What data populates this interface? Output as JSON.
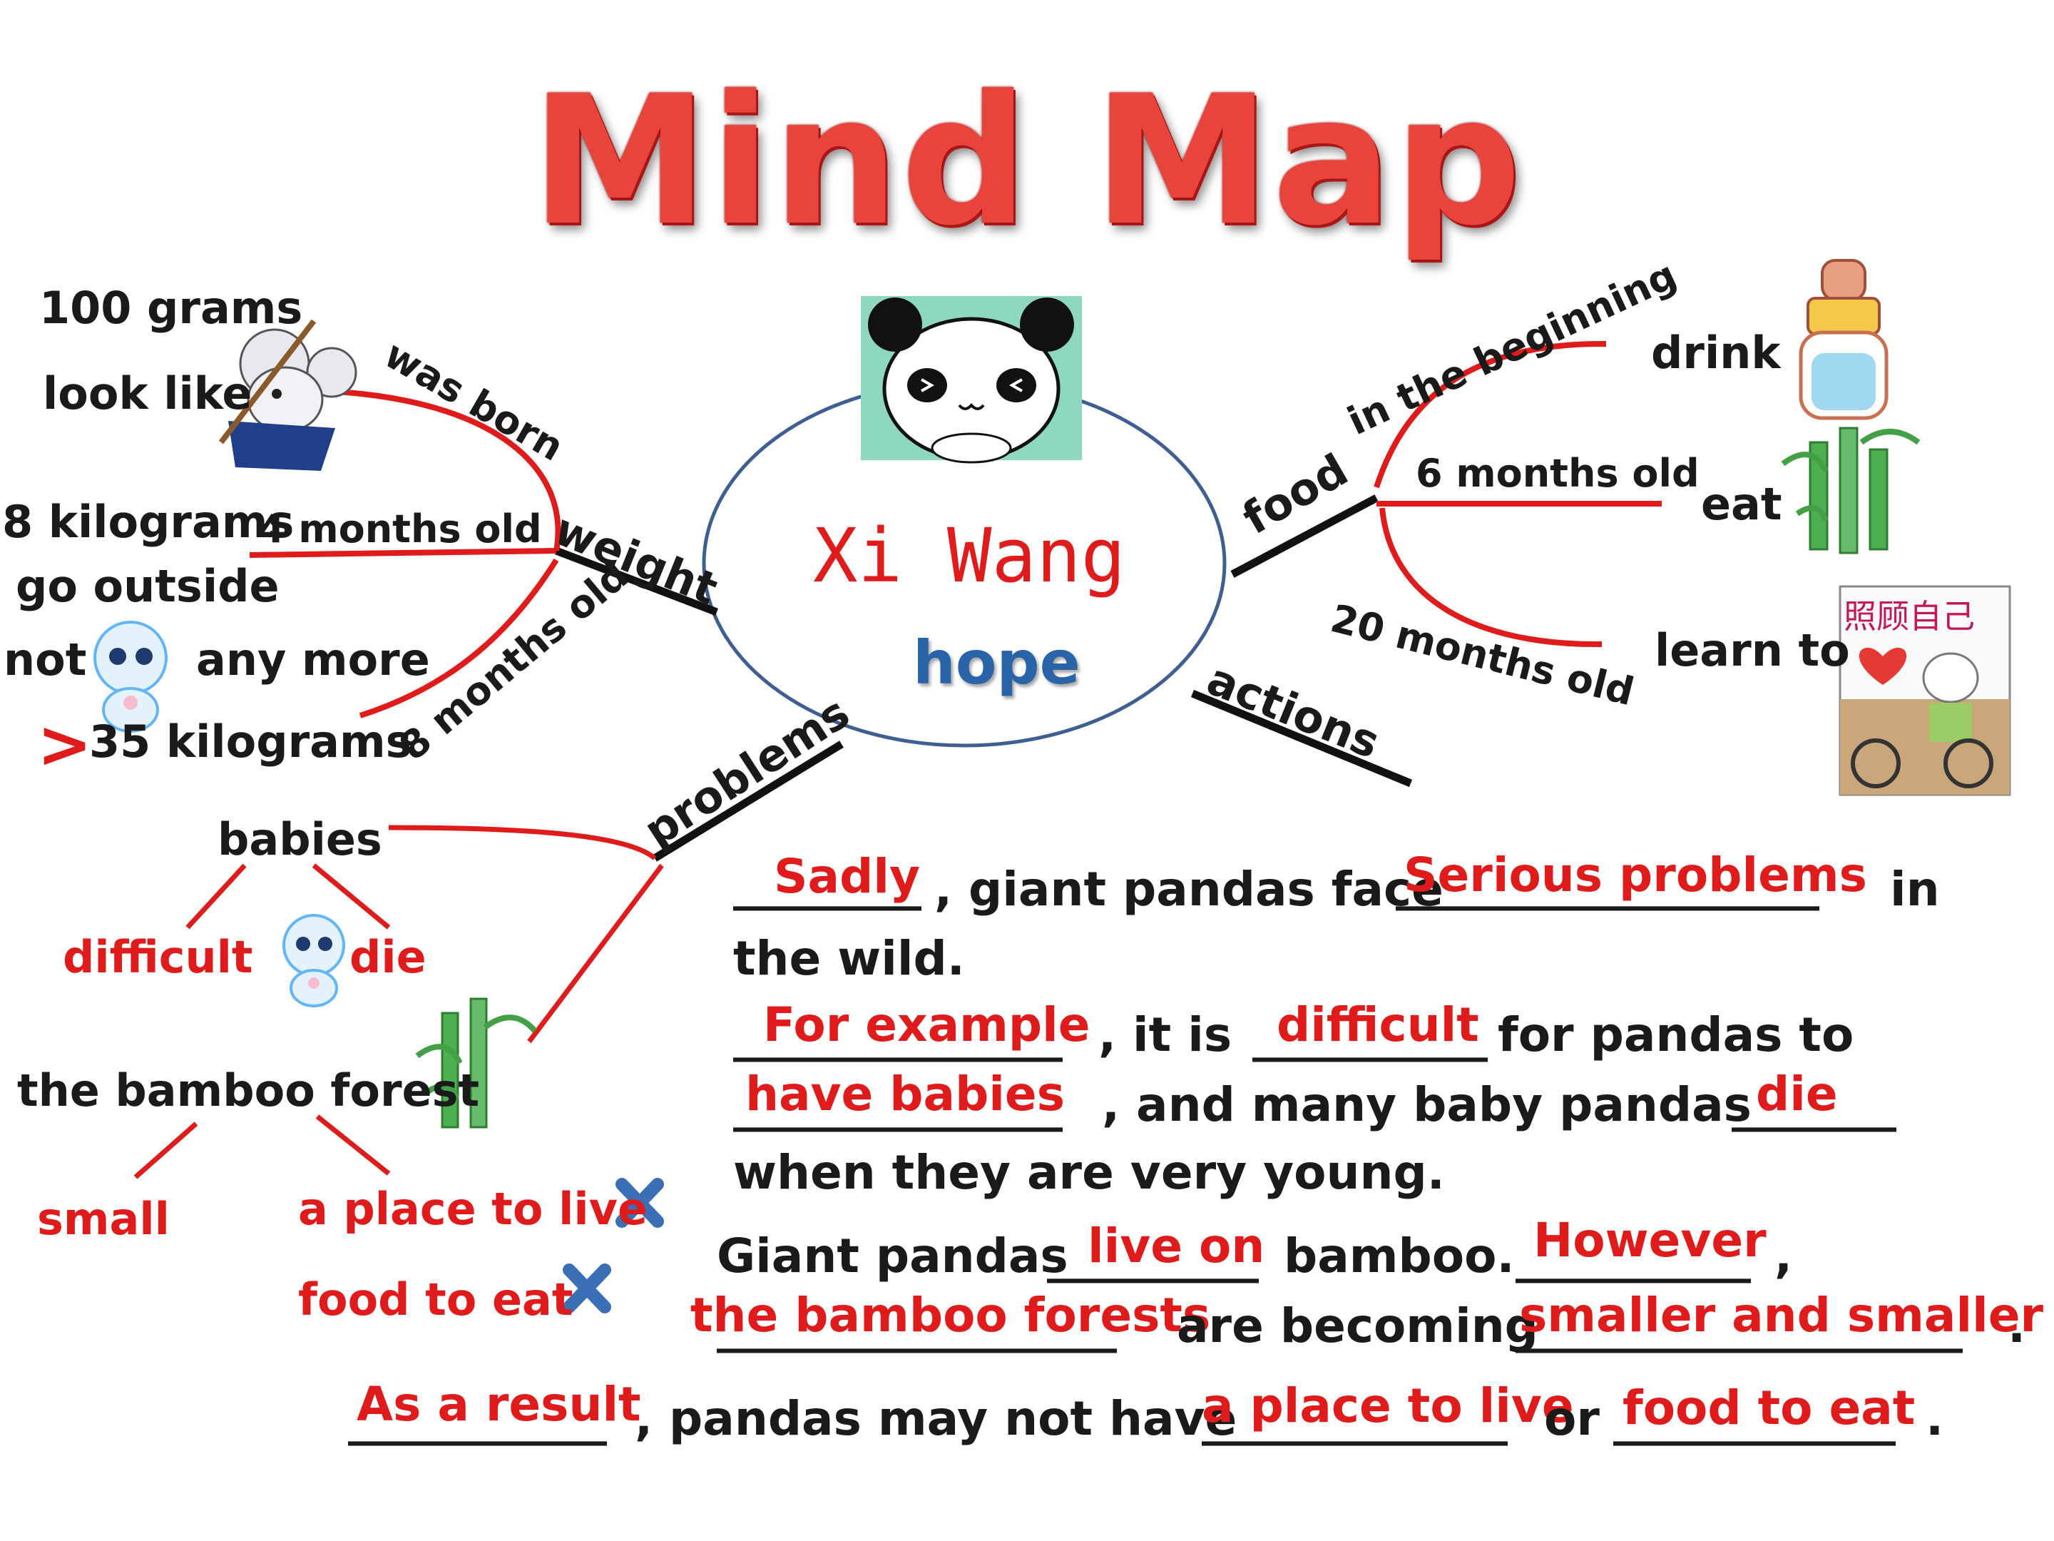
{
  "title": "Mind Map",
  "center": {
    "name": "Xi Wang",
    "subtitle": "hope"
  },
  "branches": {
    "weight": "weight",
    "food": "food",
    "actions": "actions",
    "problems": "problems"
  },
  "weight": {
    "was_born": "was born",
    "four_months": "4 months old",
    "eight_months": "8 months old",
    "grams": "100 grams",
    "look_like": "look like",
    "kilograms": "8 kilograms",
    "go_outside": "go outside",
    "not": "not",
    "any_more": "any more",
    "greater": ">",
    "kilograms35": "35 kilograms"
  },
  "food": {
    "in_the_beginning": "in the beginning",
    "six_months": "6 months old",
    "twenty_months": "20 months old",
    "drink": "drink",
    "eat": "eat",
    "learn_to": "learn to",
    "sign_text": "照顾自己"
  },
  "problems": {
    "babies": "babies",
    "difficult": "difficult",
    "die": "die",
    "bamboo_forest": "the bamboo forest",
    "small": "small",
    "place_to_live": "a place to live",
    "food_to_eat": "food  to eat"
  },
  "passage": {
    "l1_a1": "Sadly",
    "l1_blank1": "________",
    "l1_t1": ", giant pandas face ",
    "l1_a2": "Serious problems",
    "l1_blank2": "__________________",
    "l1_t2": " in",
    "l2_t1": "the wild.",
    "l3_a1": "For example",
    "l3_blank1": "______________",
    "l3_t1": " , it is ",
    "l3_a2": "difficult",
    "l3_blank2": "__________",
    "l3_t2": "  for pandas to",
    "l4_a1": "have babies",
    "l4_blank1": "______________",
    "l4_t1": ",   and many baby pandas ",
    "l4_a2": "die",
    "l4_blank2": "_______",
    "l5_t1": "when they are very young.",
    "l6_t1": "Giant pandas ",
    "l6_a1": "live on",
    "l6_blank1": "_________",
    "l6_t2": " bamboo. ",
    "l6_a2": "However",
    "l6_blank2": "__________",
    "l6_t3": " ,",
    "l7_a1": "the bamboo forests",
    "l7_blank1": "_________________",
    "l7_t1": "are becoming ",
    "l7_a2": "smaller and smaller",
    "l7_blank2": "___________________",
    "l7_t2": ".",
    "l8_a1": "As a result",
    "l8_blank1": "___________",
    "l8_t1": ", pandas may not have ",
    "l8_a2": "a place to live",
    "l8_blank2": "_____________",
    "l8_t2": "or ",
    "l8_a3": "food to eat",
    "l8_blank3": "____________",
    "l8_t3": " ."
  },
  "colors": {
    "accent": "#e01b1b",
    "ellipse": "#3f5f92",
    "hope": "#2a64a8",
    "connector": "#111111",
    "cross": "#3a6fb5"
  },
  "icons": [
    "panda-face-icon",
    "cartoon-mouse-icon",
    "baby-bottle-icon",
    "bamboo-icon",
    "cartoon-baby-icon",
    "cross-mark-icon",
    "care-sign-icon"
  ]
}
